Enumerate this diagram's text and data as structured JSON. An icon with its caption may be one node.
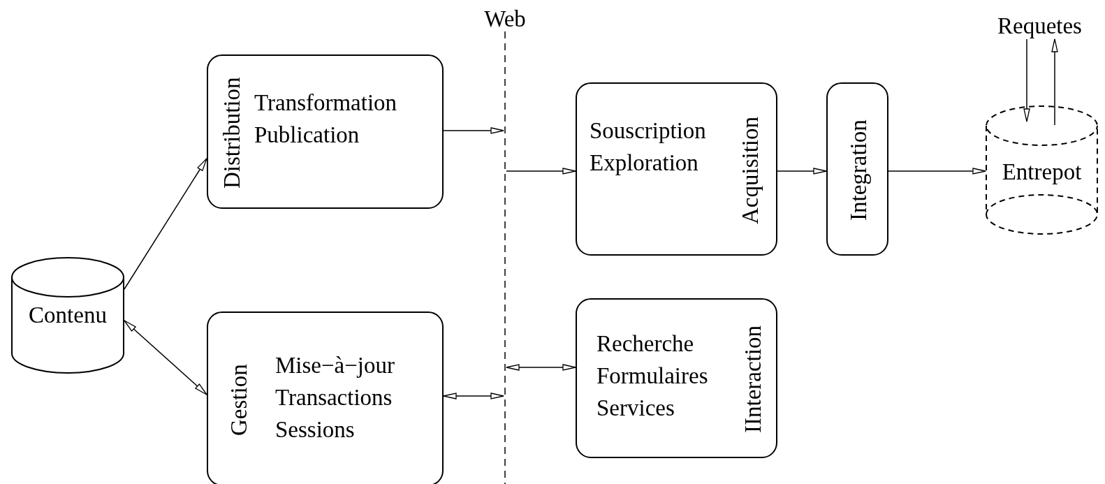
{
  "diagram": {
    "nodes": [
      {
        "text": [
          "Contenu"
        ]
      },
      {
        "text": [
          "Distribution",
          "Transformation Publication"
        ]
      },
      {
        "text": [
          "Gestion",
          "Mise−à−jour Transactions Sessions"
        ]
      },
      {
        "text": [],
        "shape": "line",
        "beside": [
          "Web"
        ]
      },
      {
        "text": [
          "Souscription Exploration",
          "Acquisition"
        ]
      },
      {
        "text": [
          "Recherche Formulaires Services",
          "IInteraction"
        ]
      },
      {
        "text": [
          "Integration"
        ]
      },
      {
        "text": [
          "Entrepot"
        ]
      },
      {
        "text": [
          "Requetes"
        ]
      }
    ],
    "edges": [
      {
        "from": 0,
        "to": 1,
        "arrow": "to"
      },
      {
        "from": 0,
        "to": 2,
        "arrow": "both"
      },
      {
        "from": 1,
        "to": 3,
        "arrow": "to"
      },
      {
        "from": 3,
        "to": 4,
        "arrow": "to"
      },
      {
        "from": 2,
        "to": 3,
        "arrow": "both"
      },
      {
        "from": 3,
        "to": 5,
        "arrow": "both"
      },
      {
        "from": 4,
        "to": 6,
        "arrow": "to"
      },
      {
        "from": 6,
        "to": 7,
        "arrow": "to"
      },
      {
        "from": 8,
        "to": 7,
        "arrow": "to"
      },
      {
        "from": 7,
        "to": 8,
        "arrow": "to"
      }
    ]
  }
}
